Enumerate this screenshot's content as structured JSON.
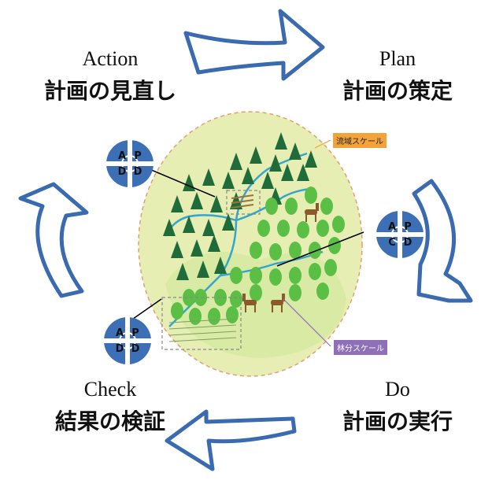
{
  "labels": {
    "action": {
      "en": "Action",
      "jp": "計画の見直し"
    },
    "plan": {
      "en": "Plan",
      "jp": "計画の策定"
    },
    "do": {
      "en": "Do",
      "jp": "計画の実行"
    },
    "check": {
      "en": "Check",
      "jp": "結果の検証"
    }
  },
  "scales": {
    "watershed": "流域スケール",
    "stand": "林分スケール"
  },
  "badges": {
    "top_left": {
      "tl": "A",
      "tr": "P",
      "bl": "D",
      "br": "D"
    },
    "right": {
      "tl": "A",
      "tr": "P",
      "bl": "C",
      "br": "D"
    },
    "bottom_left": {
      "tl": "A",
      "tr": "P",
      "bl": "D",
      "br": "D"
    }
  },
  "colors": {
    "arrow_stroke": "#3a6ab0",
    "badge_blue": "#3c6fb6",
    "ellipse_fill": "#e6eeb4",
    "dark_tree": "#1f6b3a",
    "light_tree": "#5cbf45",
    "river": "#35a5cc",
    "watershed_tag": "#f2a33a",
    "stand_tag": "#8e6fb8"
  }
}
